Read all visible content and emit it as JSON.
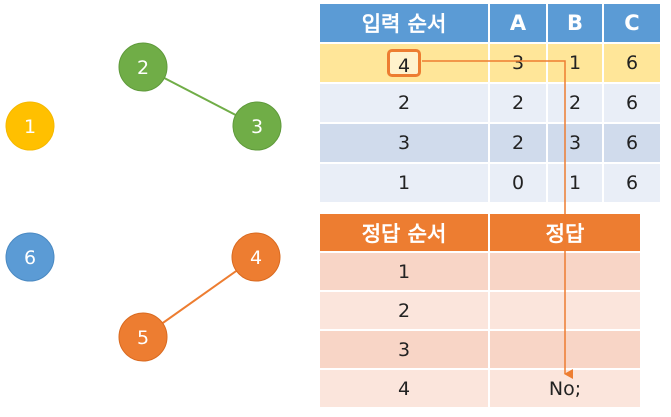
{
  "graph": {
    "nodes": [
      {
        "id": "1",
        "label": "1",
        "color": "#ffc000"
      },
      {
        "id": "2",
        "label": "2",
        "color": "#70ad47"
      },
      {
        "id": "3",
        "label": "3",
        "color": "#70ad47"
      },
      {
        "id": "4",
        "label": "4",
        "color": "#ed7d31"
      },
      {
        "id": "5",
        "label": "5",
        "color": "#ed7d31"
      },
      {
        "id": "6",
        "label": "6",
        "color": "#5b9bd5"
      }
    ],
    "edges": [
      {
        "from": "2",
        "to": "3",
        "color": "#70ad47"
      },
      {
        "from": "4",
        "to": "5",
        "color": "#ed7d31"
      }
    ]
  },
  "input_table": {
    "headers": [
      "입력 순서",
      "A",
      "B",
      "C"
    ],
    "rows": [
      [
        "4",
        "3",
        "1",
        "6"
      ],
      [
        "2",
        "2",
        "2",
        "6"
      ],
      [
        "3",
        "2",
        "3",
        "6"
      ],
      [
        "1",
        "0",
        "1",
        "6"
      ]
    ],
    "highlight_color": "#ed7d31"
  },
  "answer_table": {
    "headers": [
      "정답 순서",
      "정답"
    ],
    "rows": [
      [
        "1",
        ""
      ],
      [
        "2",
        ""
      ],
      [
        "3",
        ""
      ],
      [
        "4",
        "No;"
      ]
    ]
  },
  "colors": {
    "input_header": "#5b9bd5",
    "answer_header": "#ed7d31",
    "arrow": "#ed7d31"
  }
}
